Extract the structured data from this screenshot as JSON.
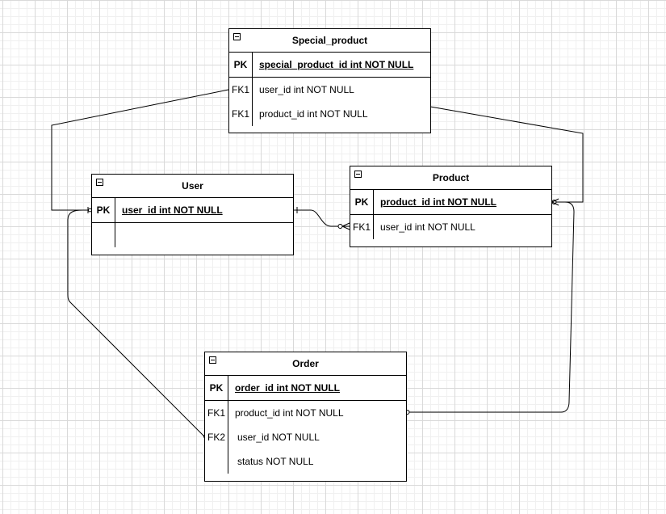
{
  "entities": {
    "special_product": {
      "title": "Special_product",
      "pk": {
        "key": "PK",
        "attr": "special_product_id int NOT NULL"
      },
      "fields": [
        {
          "key": "FK1",
          "attr": "user_id int NOT NULL"
        },
        {
          "key": "FK1",
          "attr": "product_id int NOT NULL"
        }
      ]
    },
    "user": {
      "title": "User",
      "pk": {
        "key": "PK",
        "attr": "user_id int NOT NULL"
      }
    },
    "product": {
      "title": "Product",
      "pk": {
        "key": "PK",
        "attr": "product_id int NOT NULL"
      },
      "fields": [
        {
          "key": "FK1",
          "attr": "user_id int NOT NULL"
        }
      ]
    },
    "order": {
      "title": "Order",
      "pk": {
        "key": "PK",
        "attr": "order_id int NOT NULL"
      },
      "fields": [
        {
          "key": "FK1",
          "attr": "product_id int NOT NULL"
        },
        {
          "key": "FK2",
          "attr": " user_id NOT NULL"
        },
        {
          "key": "",
          "attr": " status NOT NULL"
        }
      ]
    }
  },
  "relationships": [
    {
      "from": "Special_product",
      "to": "User"
    },
    {
      "from": "Special_product",
      "to": "Product"
    },
    {
      "from": "User",
      "to": "Product"
    },
    {
      "from": "Order",
      "to": "User"
    },
    {
      "from": "Order",
      "to": "Product"
    }
  ],
  "colors": {
    "line": "#000000",
    "background": "#ffffff",
    "grid": "#d9d9d9"
  }
}
